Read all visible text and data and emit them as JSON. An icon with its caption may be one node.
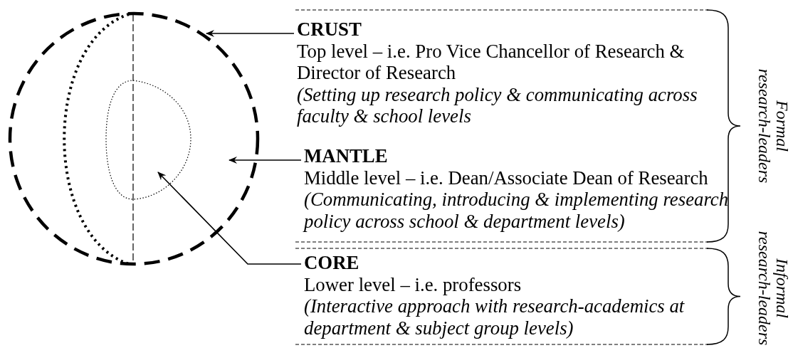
{
  "diagram": {
    "nodes": [
      {
        "text": [
          "CRUST",
          "Top level – i.e. Pro Vice Chancellor of Research & Director of Research",
          "(Setting up research policy & communicating across faculty & school levels"
        ]
      },
      {
        "text": [
          "MANTLE",
          "Middle level – i.e. Dean/Associate Dean of Research",
          "(Communicating, introducing & implementing research policy across school & department levels)"
        ]
      },
      {
        "text": [
          "CORE",
          "Lower level – i.e. professors",
          "(Interactive approach with research-academics at department & subject group levels)"
        ]
      },
      {
        "text": [],
        "shape": "circle"
      },
      {
        "text": [],
        "shape": "circle",
        "in": 3
      }
    ],
    "edges": [
      {
        "from": 0,
        "to": 3,
        "arrow": "to"
      },
      {
        "from": 1,
        "to": 3,
        "arrow": "to"
      },
      {
        "from": 2,
        "to": 4,
        "arrow": "to"
      }
    ],
    "labels": [
      "Formal research-leaders",
      "Informal research-leaders"
    ]
  }
}
